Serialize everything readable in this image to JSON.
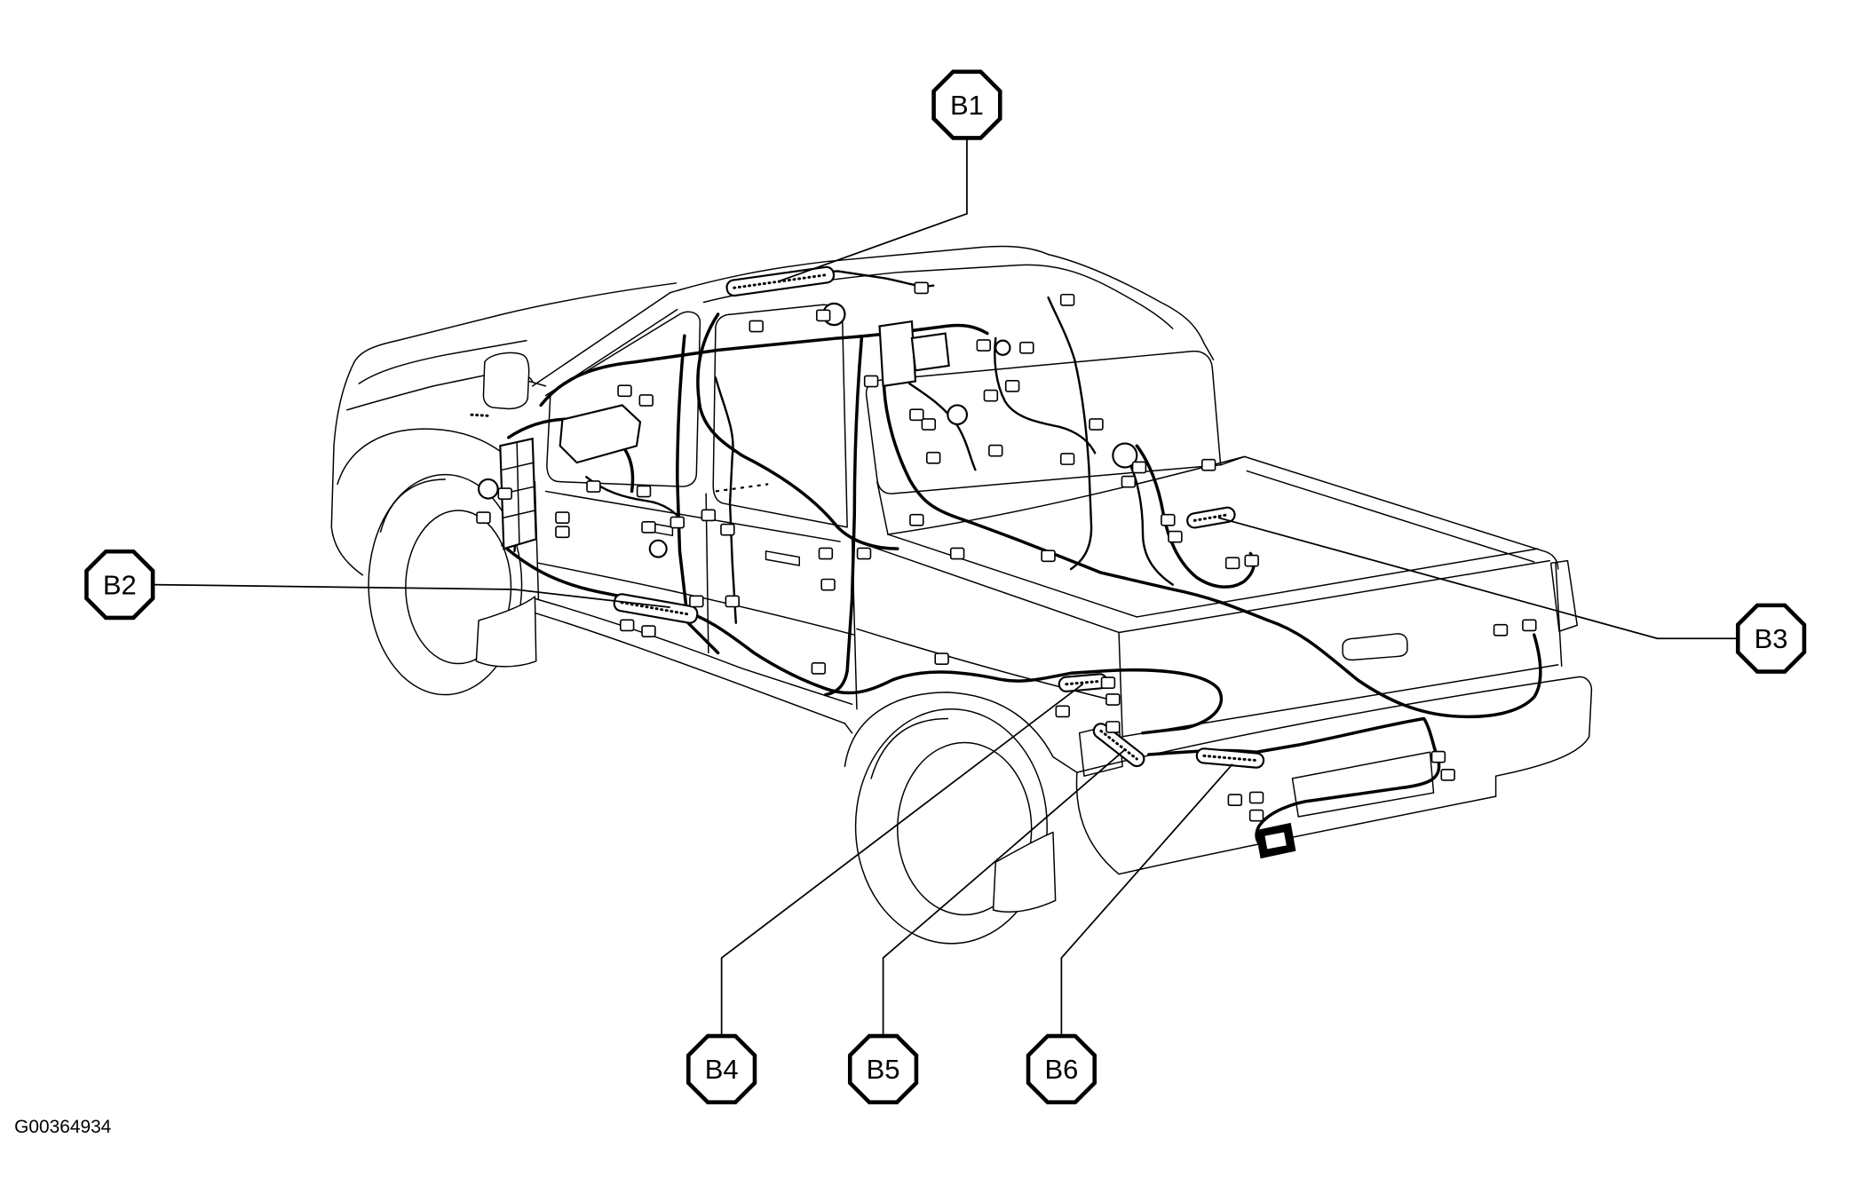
{
  "figure_id": "G00364934",
  "callouts": [
    {
      "label": "B1"
    },
    {
      "label": "B2"
    },
    {
      "label": "B3"
    },
    {
      "label": "B4"
    },
    {
      "label": "B5"
    },
    {
      "label": "B6"
    }
  ],
  "colors": {
    "line": "#000000",
    "background": "#ffffff"
  }
}
